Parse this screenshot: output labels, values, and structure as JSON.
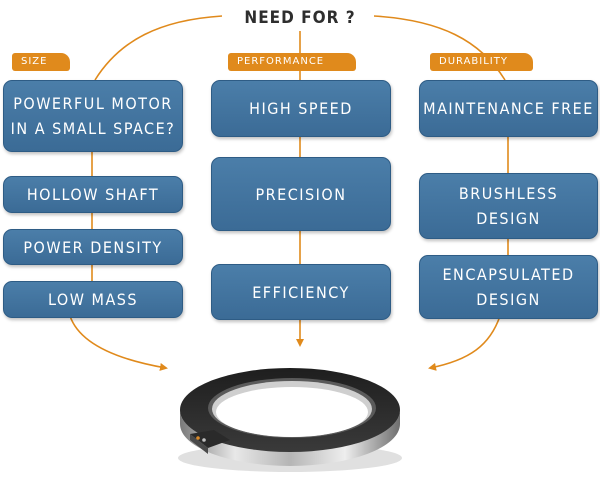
{
  "title": "NEED FOR ?",
  "columns": [
    {
      "category": "SIZE",
      "items": [
        "POWERFUL MOTOR\nIN A SMALL SPACE?",
        "HOLLOW SHAFT",
        "POWER DENSITY",
        "LOW MASS"
      ]
    },
    {
      "category": "PERFORMANCE",
      "items": [
        "HIGH SPEED",
        "PRECISION",
        "EFFICIENCY"
      ]
    },
    {
      "category": "DURABILITY",
      "items": [
        "MAINTENANCE FREE",
        "BRUSHLESS\nDESIGN",
        "ENCAPSULATED\nDESIGN"
      ]
    }
  ],
  "colors": {
    "accent": "#e08a1c",
    "box": "#3f6f9a",
    "title_text": "#2e2e2e"
  },
  "icons": {
    "product": "frameless-ring-motor"
  }
}
